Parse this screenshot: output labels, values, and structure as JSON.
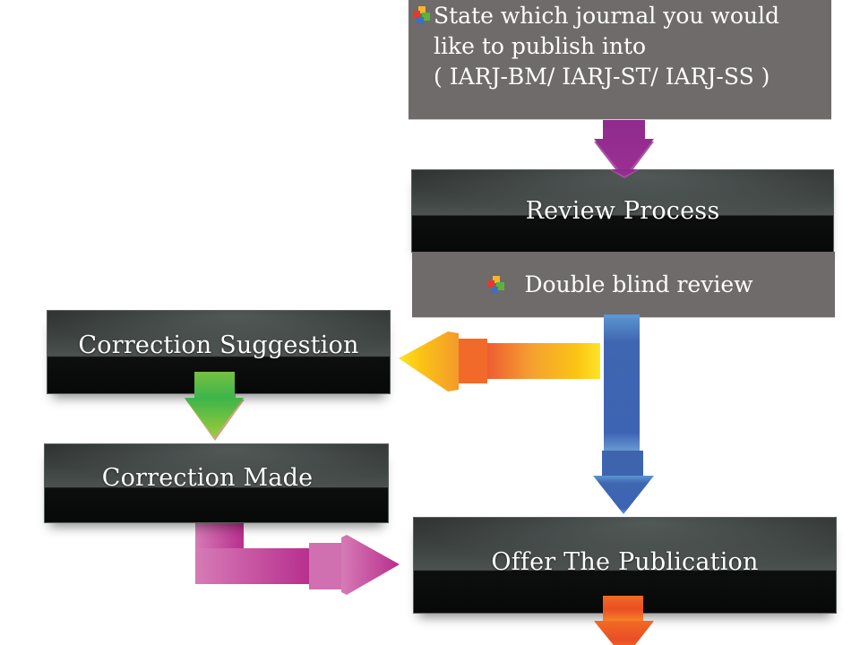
{
  "diagram": {
    "journal_step": {
      "lines": [
        "State which journal you would",
        "like to publish into",
        "( IARJ-BM/ IARJ-ST/ IARJ-SS )"
      ],
      "icon": "colored-cubes-icon"
    },
    "review_process": {
      "title": "Review Process",
      "detail": "Double blind review",
      "detail_icon": "colored-cubes-icon"
    },
    "correction_suggestion": {
      "title": "Correction Suggestion"
    },
    "correction_made": {
      "title": "Correction Made"
    },
    "offer_publication": {
      "title": "Offer The Publication"
    },
    "arrows": [
      {
        "from": "journal_step",
        "to": "review_process",
        "direction": "down",
        "color": "#922a8e"
      },
      {
        "from": "review_process",
        "to": "correction_suggestion",
        "direction": "left",
        "color": "#f7a21b"
      },
      {
        "from": "review_process",
        "to": "offer_publication",
        "direction": "down",
        "color": "#3f66b0"
      },
      {
        "from": "correction_suggestion",
        "to": "correction_made",
        "direction": "down",
        "color": "#72bf3c"
      },
      {
        "from": "correction_made",
        "to": "offer_publication",
        "direction": "right",
        "color": "#c94ea3"
      },
      {
        "from": "offer_publication",
        "to": "next",
        "direction": "down",
        "color": "#ef5a24"
      }
    ]
  }
}
